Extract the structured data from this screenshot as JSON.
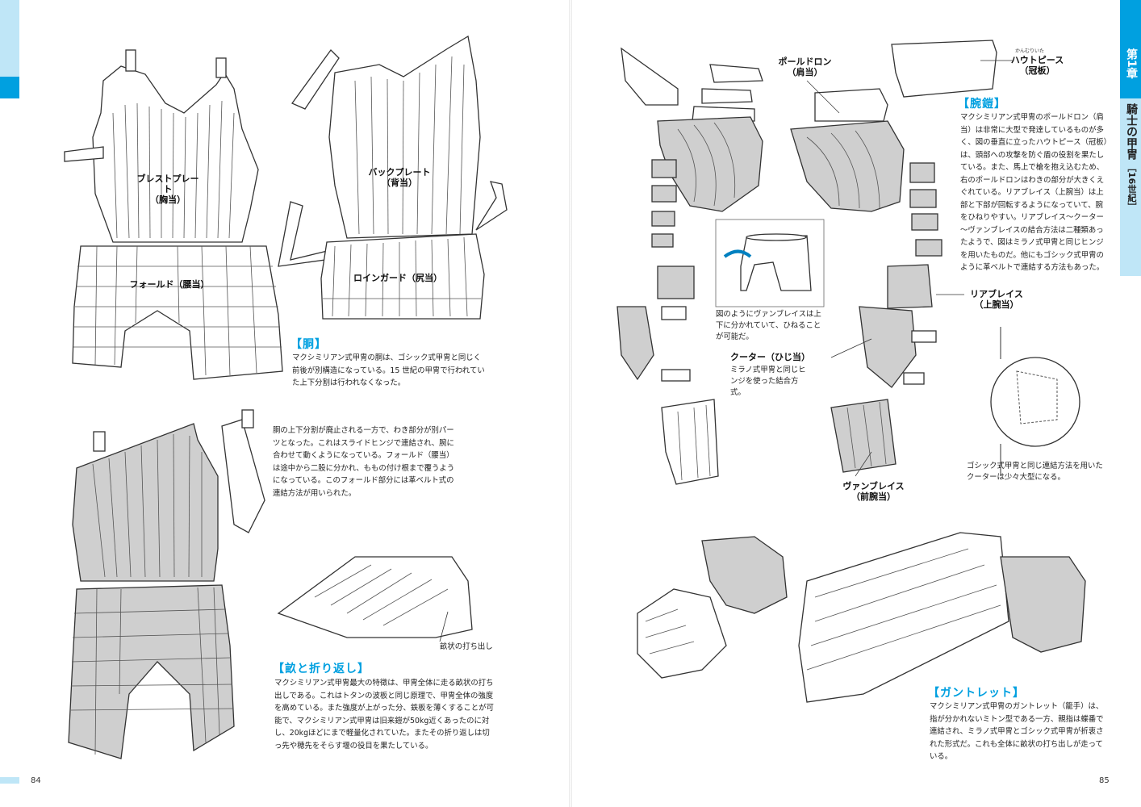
{
  "chapter_tab": {
    "chapter": "第1章",
    "title": "騎士の甲冑",
    "era": "［16世紀］"
  },
  "left": {
    "labels": {
      "breastplate": "ブレストプレート\n（胸当）",
      "backplate": "バックプレート\n（背当）",
      "fauld": "フォールド（腰当）",
      "loin_guard": "ロインガード（尻当）",
      "fluting_note": "畝状の打ち出し"
    },
    "torso": {
      "header": "【胴】",
      "text": "マクシミリアン式甲冑の胴は、ゴシック式甲冑と同じく前後が別構造になっている。15 世紀の甲冑で行われていた上下分割は行われなくなった。"
    },
    "torso2": {
      "text": "胴の上下分割が廃止される一方で、わき部分が別パーツとなった。これはスライドヒンジで連結され、腕に合わせて動くようになっている。フォールド（腰当）は途中から二股に分かれ、ももの付け根まで覆うようになっている。このフォールド部分には革ベルト式の連結方法が用いられた。"
    },
    "fluting": {
      "header": "【畝と折り返し】",
      "text": "マクシミリアン式甲冑最大の特徴は、甲冑全体に走る畝状の打ち出しである。これはトタンの波板と同じ原理で、甲冑全体の強度を高めている。また強度が上がった分、鉄板を薄くすることが可能で、マクシミリアン式甲冑は旧来鎧が50kg近くあったのに対し、20kgほどにまで軽量化されていた。またその折り返しは切っ先や穂先をそらす堰の役目を果たしている。"
    },
    "page_number": "84"
  },
  "right": {
    "labels": {
      "pauldron": "ポールドロン\n（肩当）",
      "haute_piece": "ハウトピース\n（冠板）",
      "haute_ruby": "かんむりいた",
      "rerebrace": "リアブレイス\n（上腕当）",
      "couter": "クーター（ひじ当）",
      "vambrace": "ヴァンブレイス\n（前腕当）"
    },
    "arm": {
      "header": "【腕鎧】",
      "text": "マクシミリアン式甲冑のポールドロン（肩当）は非常に大型で発達しているものが多く、図の垂直に立ったハウトピース（冠板）は、頭部への攻撃を防ぐ盾の役割を果たしている。また、馬上で槍を抱え込むため、右のポールドロンはわきの部分が大きくえぐれている。リアブレイス（上腕当）は上部と下部が回転するようになっていて、腕をひねりやすい。リアブレイス～クーター～ヴァンブレイスの結合方法は二種類あったようで、図はミラノ式甲冑と同じヒンジを用いたものだ。他にもゴシック式甲冑のように革ベルトで連結する方法もあった。"
    },
    "inset_caption": "図のようにヴァンブレイスは上下に分かれていて、ひねることが可能だ。",
    "couter_caption": "ミラノ式甲冑と同じヒンジを使った結合方式。",
    "gothic_caption": "ゴシック式甲冑と同じ連結方法を用いたクーターは少々大型になる。",
    "gauntlet": {
      "header": "【ガントレット】",
      "text": "マクシミリアン式甲冑のガントレット（籠手）は、指が分かれないミトン型である一方、親指は蝶番で連結され、ミラノ式甲冑とゴシック式甲冑が折衷された形式だ。これも全体に畝状の打ち出しが走っている。"
    },
    "page_number": "85"
  },
  "colors": {
    "accent": "#00a0e0",
    "accent_light": "#bfe6f7",
    "shade": "#cfcfcf"
  }
}
